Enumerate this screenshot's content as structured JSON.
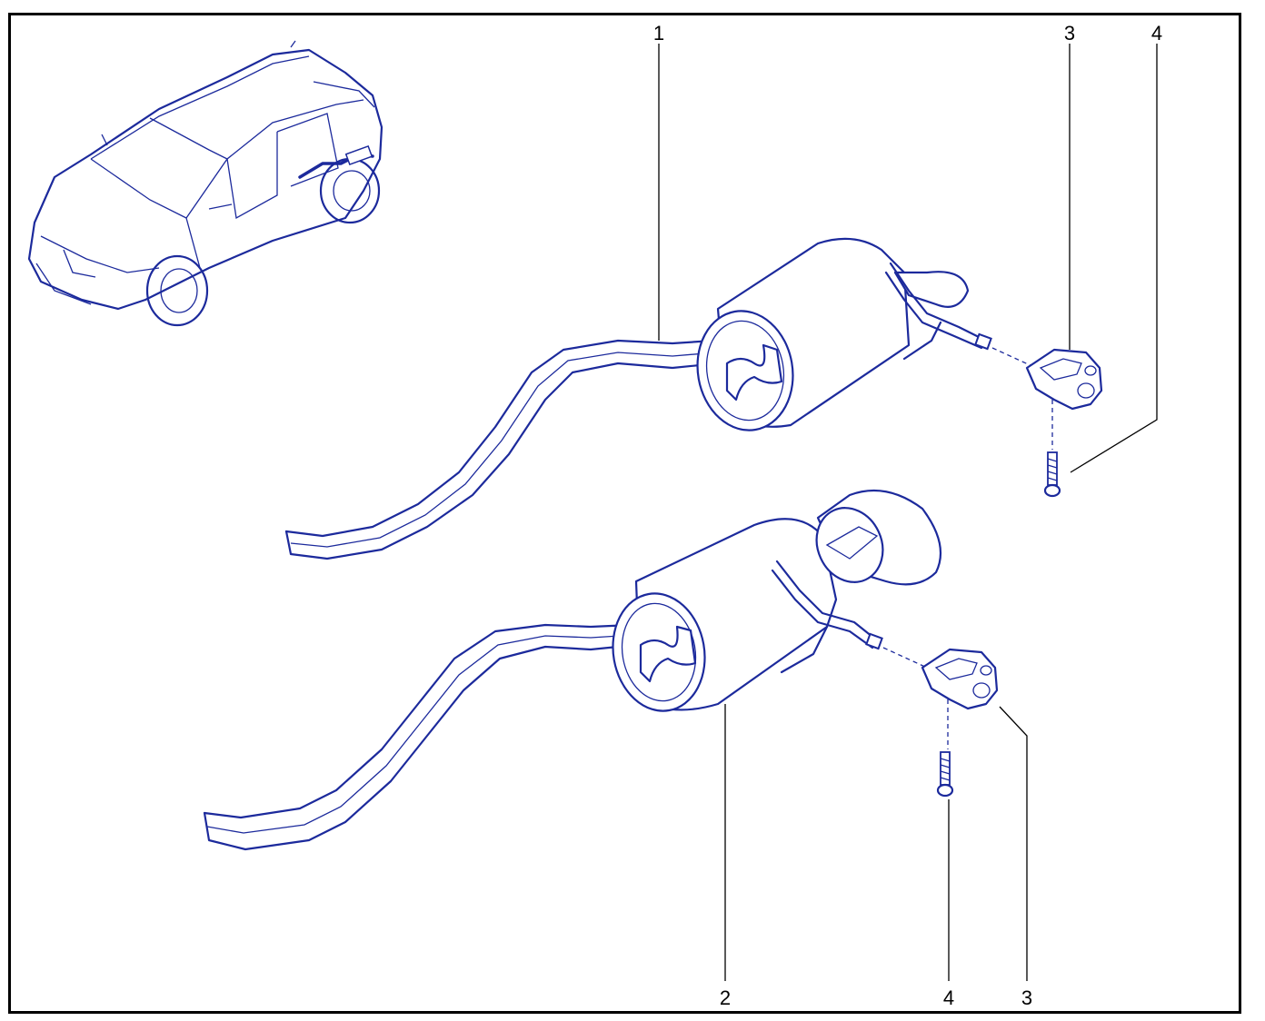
{
  "callouts": {
    "c1": "1",
    "c2": "2",
    "c3_top": "3",
    "c4_top": "4",
    "c4_bottom": "4",
    "c3_bottom": "3"
  },
  "colors": {
    "drawing": "#1c2a9c",
    "frame": "#000000",
    "background": "#ffffff"
  }
}
